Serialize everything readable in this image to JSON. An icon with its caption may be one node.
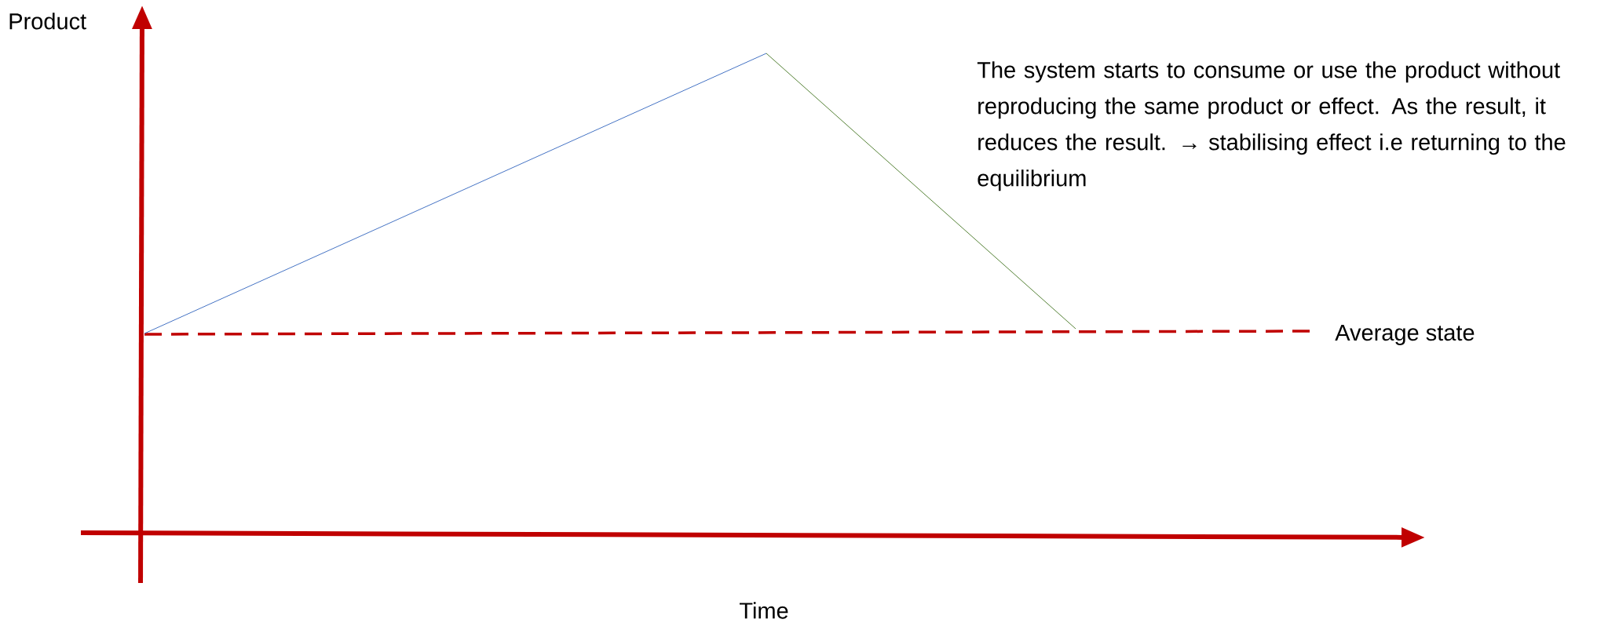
{
  "diagram": {
    "labels": [
      "Product",
      "Time",
      "The system starts to consume or use the product without reproducing the same product or effect. As the result, it reduces the result. → stabilising effect i.e returning to the equilibrium",
      "Average state"
    ]
  }
}
